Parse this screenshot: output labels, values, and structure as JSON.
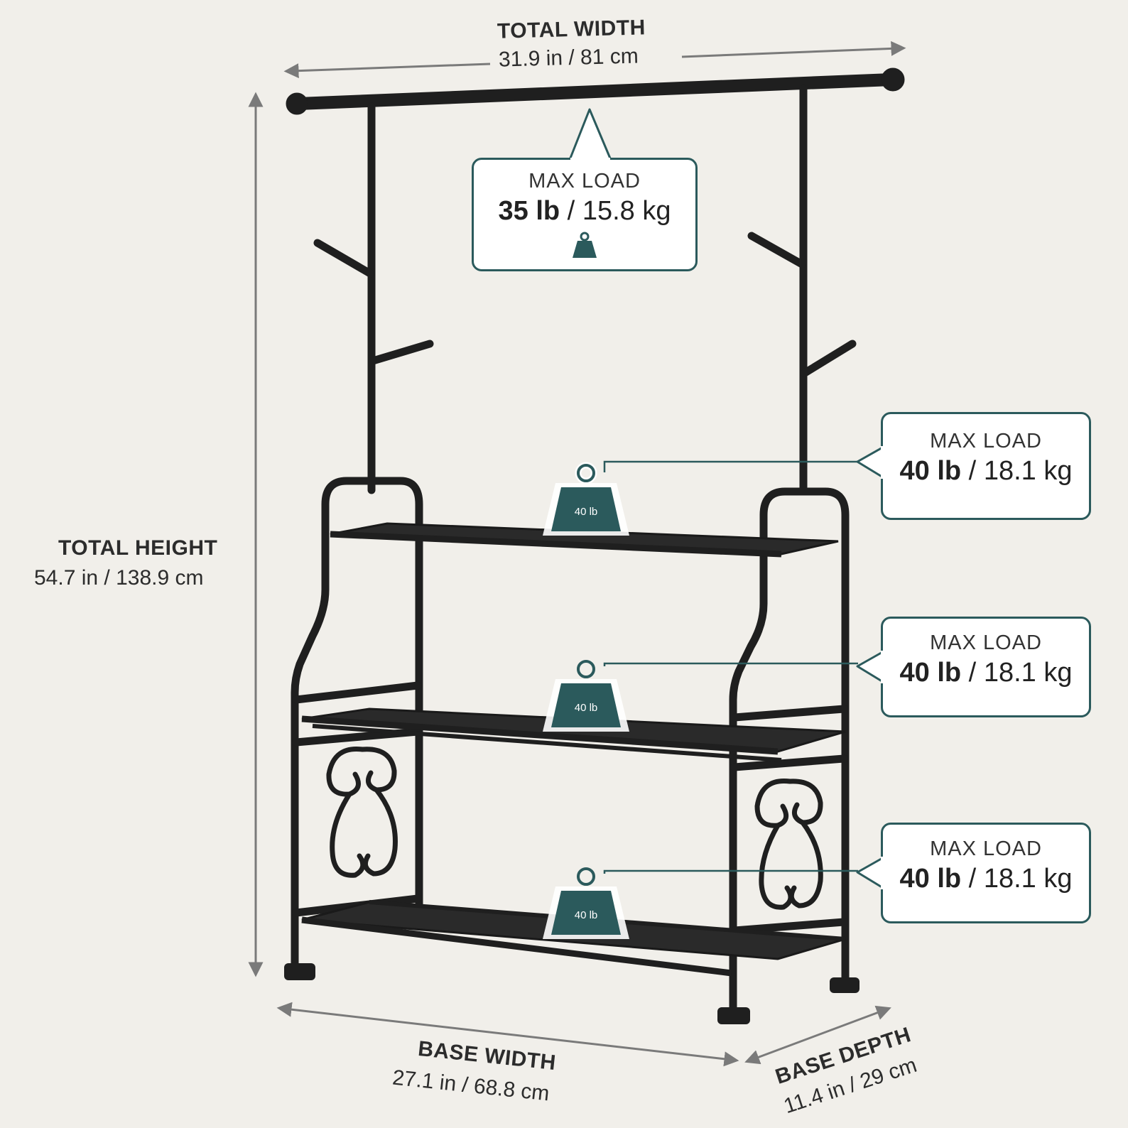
{
  "total_width": {
    "title": "TOTAL WIDTH",
    "value": "31.9 in / 81 cm"
  },
  "total_height": {
    "title": "TOTAL HEIGHT",
    "value": "54.7 in / 138.9 cm"
  },
  "base_width": {
    "title": "BASE WIDTH",
    "value": "27.1 in / 68.8 cm"
  },
  "base_depth": {
    "title": "BASE DEPTH",
    "value": "11.4 in / 29 cm"
  },
  "top_load": {
    "label": "MAX LOAD",
    "value_bold": "35 lb",
    "separator": " / ",
    "value_rest": "15.8 kg"
  },
  "shelf_loads": [
    {
      "label": "MAX LOAD",
      "value_bold": "40 lb",
      "separator": " / ",
      "value_rest": "18.1 kg",
      "badge": "40 lb"
    },
    {
      "label": "MAX LOAD",
      "value_bold": "40 lb",
      "separator": " / ",
      "value_rest": "18.1 kg",
      "badge": "40 lb"
    },
    {
      "label": "MAX LOAD",
      "value_bold": "40 lb",
      "separator": " / ",
      "value_rest": "18.1 kg",
      "badge": "40 lb"
    }
  ],
  "colors": {
    "accent": "#2b5a5c",
    "frame": "#1f1f1f",
    "background": "#f1efea",
    "arrow": "#7a7a7a"
  }
}
